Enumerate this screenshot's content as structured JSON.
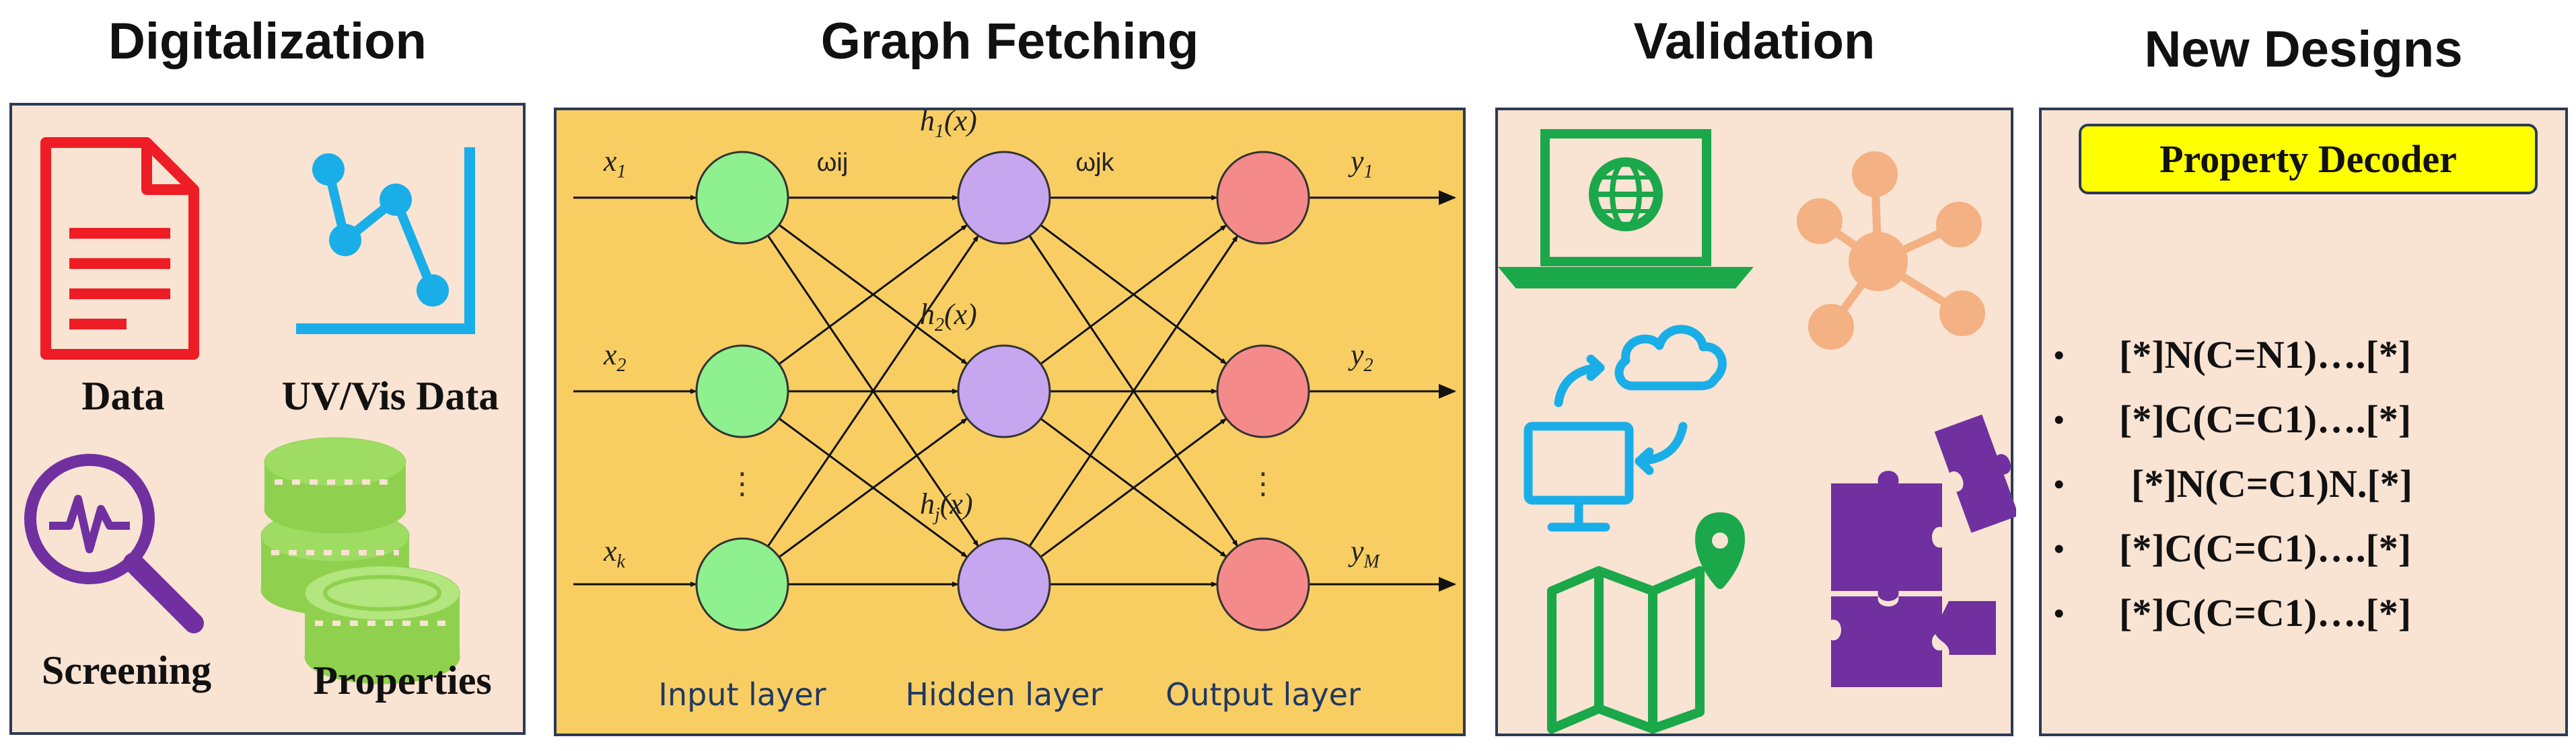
{
  "sections": {
    "digitalization": {
      "title": "Digitalization",
      "items": [
        "Data",
        "UV/Vis Data",
        "Screening",
        "Properties"
      ]
    },
    "graph_fetching": {
      "title": "Graph Fetching",
      "inputs": [
        "x",
        "x",
        "x"
      ],
      "input_subs": [
        "1",
        "2",
        "k"
      ],
      "hidden": [
        "h",
        "h",
        "h"
      ],
      "hidden_subs": [
        "1",
        "2",
        "j"
      ],
      "hidden_arg": "(x)",
      "outputs": [
        "y",
        "y",
        "y"
      ],
      "output_subs": [
        "1",
        "2",
        "M"
      ],
      "weights": [
        "ωij",
        "ωjk"
      ],
      "ellipsis": "⋮",
      "layers": [
        "Input layer",
        "Hidden layer",
        "Output layer"
      ]
    },
    "validation": {
      "title": "Validation",
      "icons": [
        "laptop-globe-icon",
        "network-hub-icon",
        "cloud-sync-icon",
        "puzzle-icon",
        "map-pin-icon"
      ]
    },
    "new_designs": {
      "title": "New Designs",
      "decoder_label": "Property Decoder",
      "smiles": [
        "[*]N(C=N1)….[*]",
        "[*]C(C=C1)….[*]",
        "[*]N(C=C1)N.[*]",
        "[*]C(C=C1)….[*]",
        "[*]C(C=C1)….[*]"
      ]
    }
  },
  "colors": {
    "red": "#ee1c24",
    "blue": "#1aaee8",
    "purple": "#7030a0",
    "green": "#8fd14f",
    "panel_pink": "#f9e3d3",
    "panel_yellow": "#f8ce63",
    "input_node": "#8ef08e",
    "hidden_node": "#c7a6f0",
    "output_node": "#f58a8a",
    "validation_green": "#1aa84a",
    "hub_orange": "#f4b183",
    "decoder_yellow": "#ffff00"
  }
}
